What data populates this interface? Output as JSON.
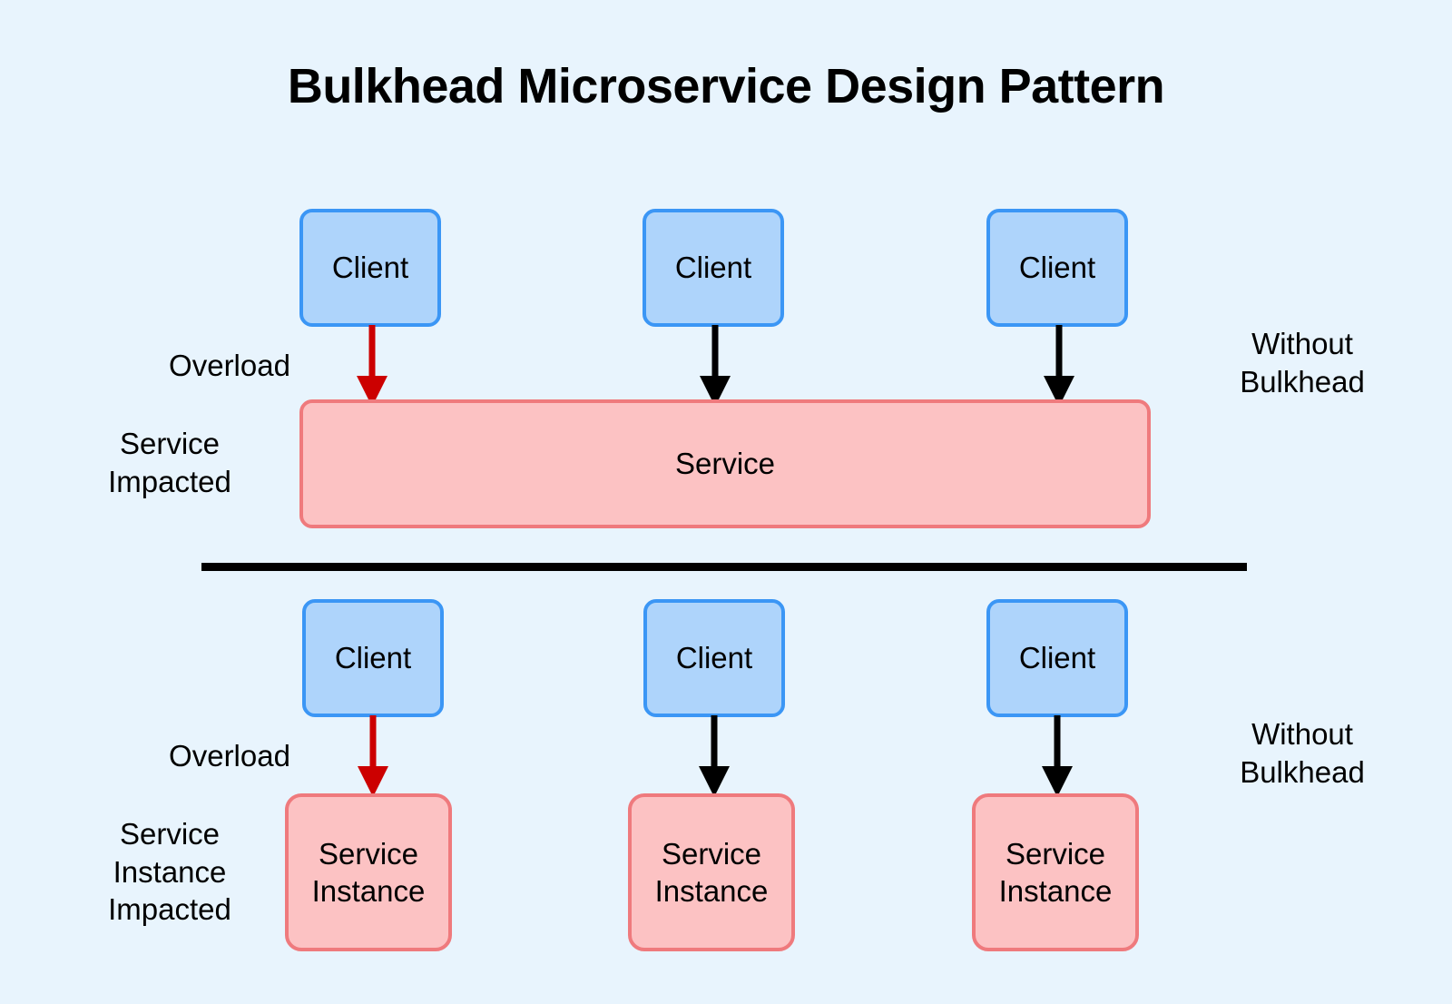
{
  "page": {
    "title": "Bulkhead Microservice Design Pattern",
    "background_color": "#e8f4fd"
  },
  "colors": {
    "client_fill": "#aed4fb",
    "client_border": "#3b96f5",
    "service_fill": "#fcc2c3",
    "service_border": "#ef7a7d",
    "overload_arrow": "#cc0000",
    "normal_arrow": "#000000",
    "divider": "#000000",
    "text": "#000000"
  },
  "top_section": {
    "right_label": "Without\nBulkhead",
    "overload_label": "Overload",
    "impact_label": "Service\nImpacted",
    "clients": [
      {
        "label": "Client",
        "arrow_type": "overload"
      },
      {
        "label": "Client",
        "arrow_type": "normal"
      },
      {
        "label": "Client",
        "arrow_type": "normal"
      }
    ],
    "service": {
      "label": "Service"
    }
  },
  "bottom_section": {
    "right_label": "Without\nBulkhead",
    "overload_label": "Overload",
    "impact_label": "Service\nInstance\nImpacted",
    "clients": [
      {
        "label": "Client",
        "arrow_type": "overload"
      },
      {
        "label": "Client",
        "arrow_type": "normal"
      },
      {
        "label": "Client",
        "arrow_type": "normal"
      }
    ],
    "instances": [
      {
        "label": "Service\nInstance"
      },
      {
        "label": "Service\nInstance"
      },
      {
        "label": "Service\nInstance"
      }
    ]
  }
}
